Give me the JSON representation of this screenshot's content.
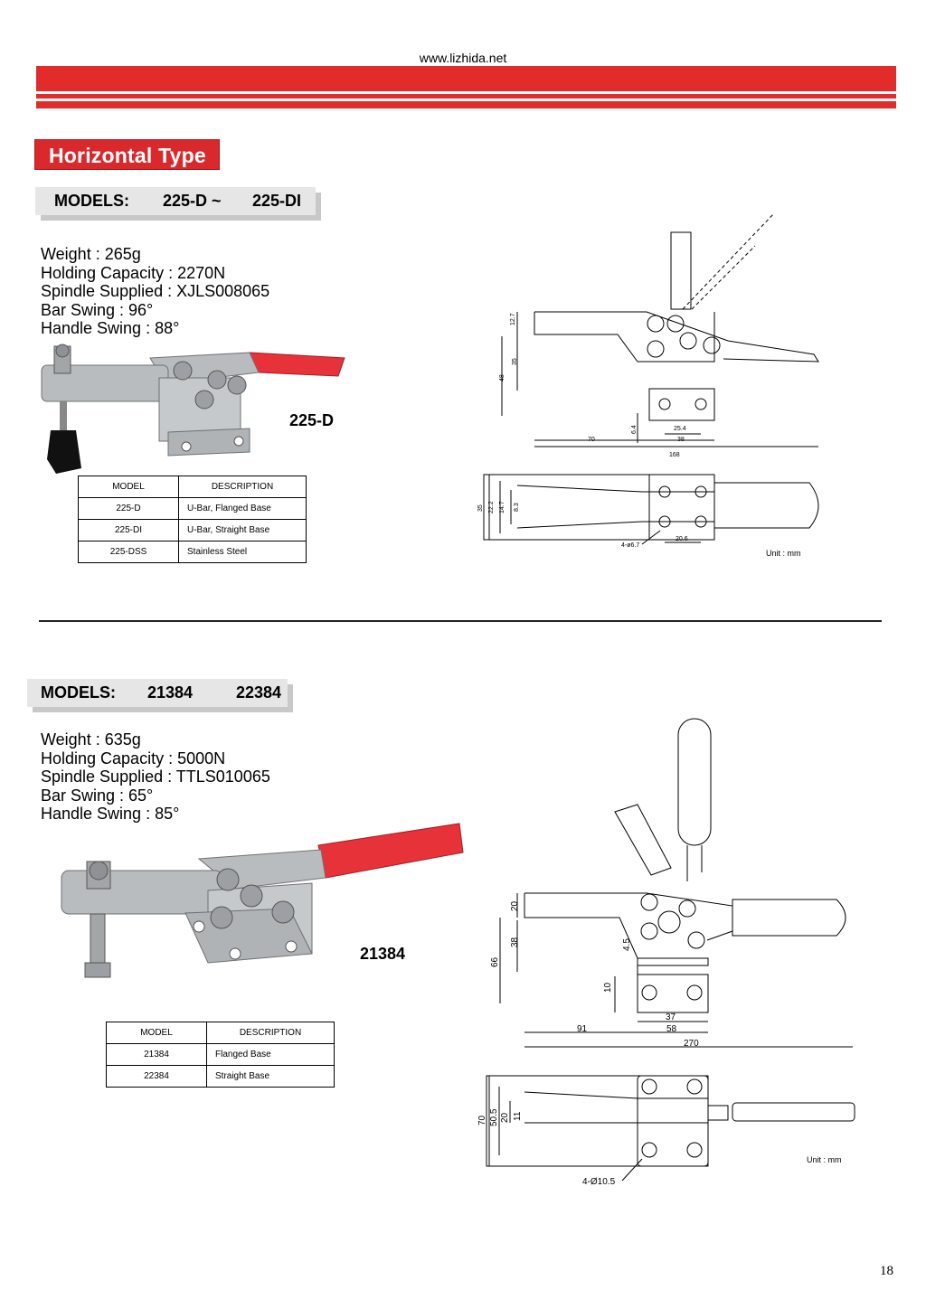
{
  "header": {
    "url": "www.lizhida.net"
  },
  "section_title": "Horizontal Type",
  "products": [
    {
      "models_label": "MODELS:",
      "model_a": "225-D ~",
      "model_b": "225-DI",
      "specs": [
        "Weight : 265g",
        "Holding Capacity : 2270N",
        "Spindle Supplied : XJLS008065",
        "Bar Swing : 96°",
        "Handle Swing : 88°"
      ],
      "photo_label": "225-D",
      "table": {
        "headers": [
          "MODEL",
          "DESCRIPTION"
        ],
        "rows": [
          [
            "225-D",
            "U-Bar, Flanged Base"
          ],
          [
            "225-DI",
            "U-Bar, Straight Base"
          ],
          [
            "225-DSS",
            "Stainless Steel"
          ]
        ]
      },
      "drawing": {
        "side_dims": [
          "12.7",
          "35",
          "48",
          "6.4",
          "25.4",
          "38",
          "70",
          "168"
        ],
        "top_dims": [
          "35",
          "22.2",
          "14.7",
          "8.3",
          "4-ø6.7",
          "20.6"
        ],
        "unit": "Unit : mm"
      }
    },
    {
      "models_label": "MODELS:",
      "model_a": "21384",
      "model_b": "22384",
      "specs": [
        "Weight : 635g",
        "Holding Capacity : 5000N",
        "Spindle Supplied : TTLS010065",
        "Bar Swing : 65°",
        "Handle Swing : 85°"
      ],
      "photo_label": "21384",
      "table": {
        "headers": [
          "MODEL",
          "DESCRIPTION"
        ],
        "rows": [
          [
            "21384",
            "Flanged Base"
          ],
          [
            "22384",
            "Straight Base"
          ]
        ]
      },
      "drawing": {
        "side_dims": [
          "20",
          "38",
          "66",
          "4.5",
          "10",
          "37",
          "91",
          "58",
          "270"
        ],
        "top_dims": [
          "70",
          "50.5",
          "20",
          "11",
          "4-Ø10.5"
        ],
        "unit": "Unit : mm"
      }
    }
  ],
  "page_number": "18",
  "colors": {
    "brand_red": "#e22b2b",
    "handle_red": "#e8323a",
    "steel": "#b9bcbf"
  }
}
